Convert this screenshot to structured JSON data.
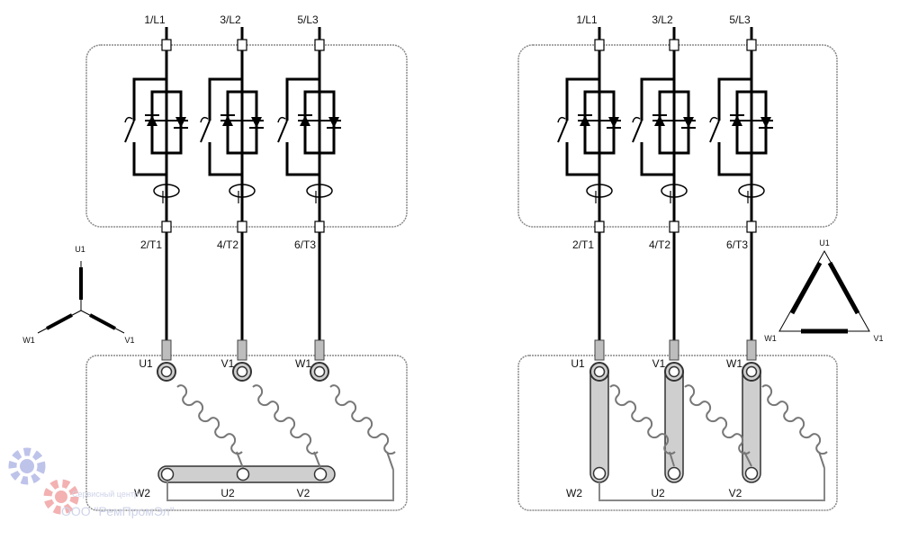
{
  "diagrams": [
    {
      "name": "star",
      "phases_in": [
        "1/L1",
        "3/L2",
        "5/L3"
      ],
      "phases_out": [
        "2/T1",
        "4/T2",
        "6/T3"
      ],
      "motor_top": [
        "U1",
        "V1",
        "W1"
      ],
      "motor_bottom": [
        "W2",
        "U2",
        "V2"
      ],
      "schema": {
        "top": "U1",
        "left": "W1",
        "right": "V1"
      }
    },
    {
      "name": "delta",
      "phases_in": [
        "1/L1",
        "3/L2",
        "5/L3"
      ],
      "phases_out": [
        "2/T1",
        "4/T2",
        "6/T3"
      ],
      "motor_top": [
        "U1",
        "V1",
        "W1"
      ],
      "motor_bottom": [
        "W2",
        "U2",
        "V2"
      ],
      "schema": {
        "top": "U1",
        "left": "W1",
        "right": "V1"
      }
    }
  ],
  "watermark": {
    "line1": "Сервисный центр",
    "line2": "ООО \"РемПромЭл\""
  },
  "colors": {
    "line": "#000000",
    "box": "#8a8a8a",
    "terminal_fill": "#cfcfcf",
    "watermark_gear_a": "#b8bde8",
    "watermark_gear_b": "#f2a9a9"
  }
}
